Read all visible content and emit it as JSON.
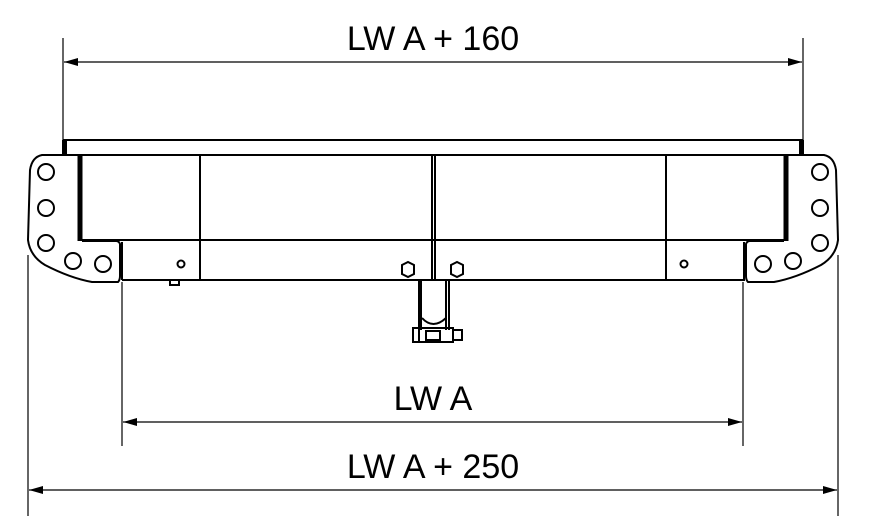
{
  "drawing": {
    "dimensions": {
      "top": "LW A + 160",
      "middle": "LW A",
      "bottom": "LW A + 250"
    },
    "line_color": "#000000",
    "background": "#ffffff"
  }
}
